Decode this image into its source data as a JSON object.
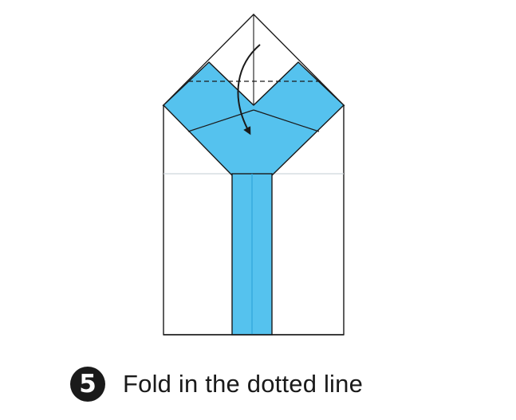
{
  "step": {
    "number": "5",
    "instruction": "Fold in the dotted line"
  },
  "diagram": {
    "colors": {
      "paper_fill": "#ffffff",
      "outline": "#1a1a1a",
      "blue_fill": "#55c2ee",
      "blue_edge": "#2fa6da",
      "crease": "#cfd6dc"
    },
    "icons": [
      "fold-arrow-icon",
      "dotted-fold-line"
    ]
  }
}
